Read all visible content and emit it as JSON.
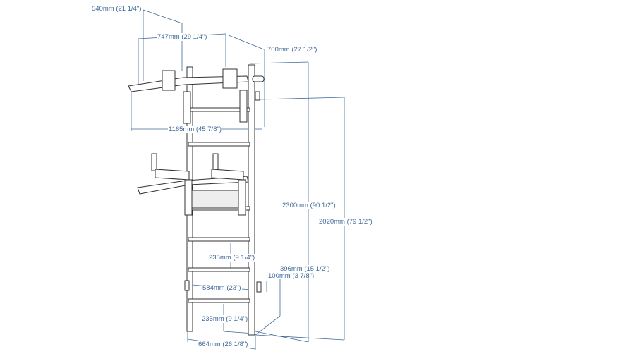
{
  "dimensions": {
    "bar_depth": "540mm (21 1/4\")",
    "bar_inner_width": "747mm (29 1/4\")",
    "bar_projection": "700mm (27 1/2\")",
    "bar_total_width": "1165mm (45 7/8\")",
    "total_height": "2300mm (90 1/2\")",
    "ladder_height": "2020mm (79 1/2\")",
    "rung_spacing_upper": "235mm (9 1/4\")",
    "wall_offset": "396mm (15 1/2\")",
    "bracket_height": "100mm (3 7/8\")",
    "bracket_spacing": "584mm (23\")",
    "rung_spacing_lower": "235mm (9 1/4\")",
    "ladder_width": "664mm (26 1/8\")"
  },
  "colors": {
    "dimension": "#3f6a99",
    "drawing": "#333333"
  }
}
